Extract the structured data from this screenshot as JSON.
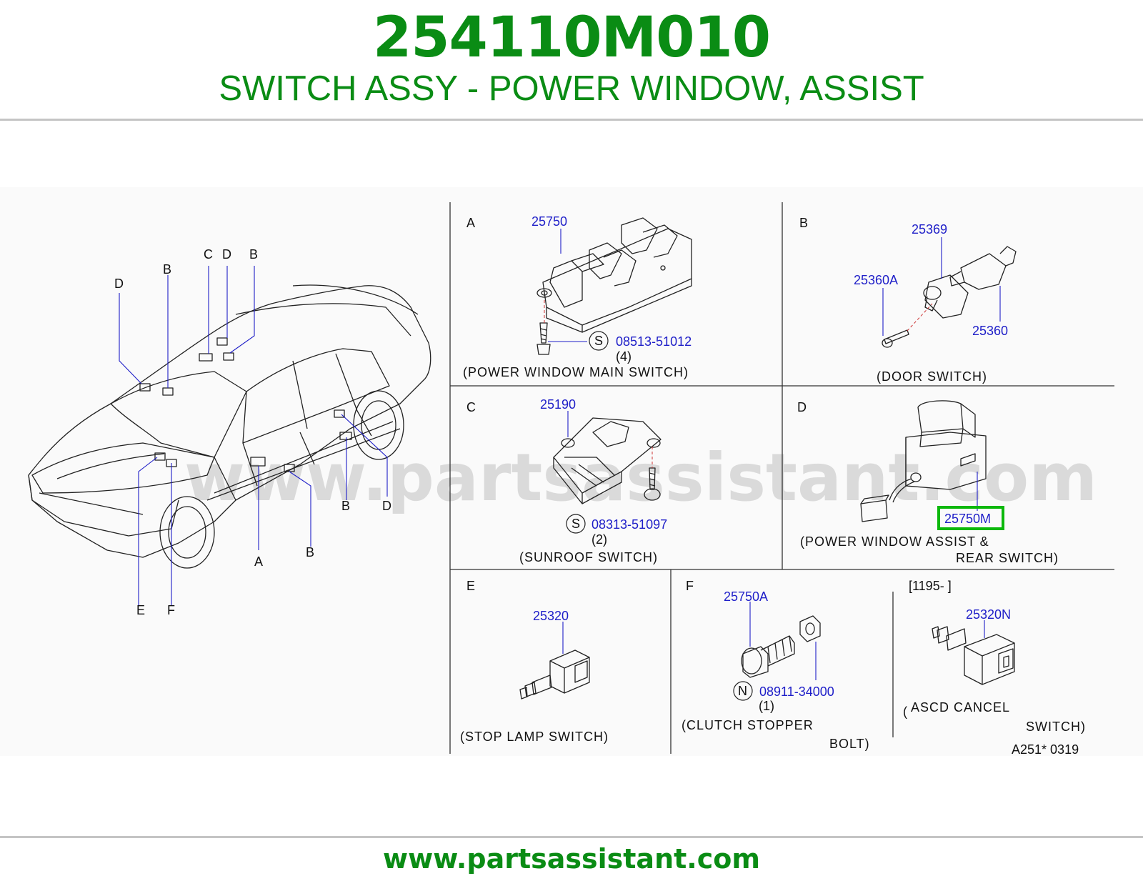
{
  "header": {
    "part_number": "254110M010",
    "part_name": "SWITCH ASSY - POWER WINDOW, ASSIST"
  },
  "footer": {
    "url": "www.partsassistant.com"
  },
  "watermark": "www.partsassistant.com",
  "colors": {
    "brand_green": "#0a8c14",
    "callout_blue": "#1e1ec8",
    "highlight": "#0bb80b"
  },
  "car_view": {
    "labels": {
      "top_d": "D",
      "top_b": "B",
      "top_c": "C",
      "top_d2": "D",
      "top_b2": "B",
      "bottom_a": "A",
      "bottom_b": "B",
      "bottom_b2": "B",
      "bottom_d": "D",
      "bottom_e": "E",
      "bottom_f": "F"
    }
  },
  "sections": {
    "a": {
      "letter": "A",
      "part": "25750",
      "fastener_symbol": "S",
      "fastener_part": "08513-51012",
      "qty": "(4)",
      "caption": "(POWER  WINDOW  MAIN  SWITCH)"
    },
    "b": {
      "letter": "B",
      "part_top": "25369",
      "part_left": "25360A",
      "part_right": "25360",
      "caption": "(DOOR  SWITCH)"
    },
    "c": {
      "letter": "C",
      "part": "25190",
      "fastener_symbol": "S",
      "fastener_part": "08313-51097",
      "qty": "(2)",
      "caption": "(SUNROOF  SWITCH)"
    },
    "d": {
      "letter": "D",
      "part": "25750M",
      "caption_line1": "(POWER  WINDOW  ASSIST  &",
      "caption_line2": "REAR  SWITCH)"
    },
    "e": {
      "letter": "E",
      "part": "25320",
      "caption": "(STOP  LAMP  SWITCH)"
    },
    "f": {
      "letter": "F",
      "part_bolt": "25750A",
      "nut_symbol": "N",
      "nut_part": "08911-34000",
      "qty": "(1)",
      "caption_line1": "(CLUTCH  STOPPER",
      "caption_line2": "BOLT)"
    },
    "f2": {
      "date_range": "[1195-                 ]",
      "part": "25320N",
      "paren": "(",
      "caption_line1": "ASCD  CANCEL",
      "caption_line2": "SWITCH)",
      "diagram_code": "A251*  0319"
    }
  }
}
